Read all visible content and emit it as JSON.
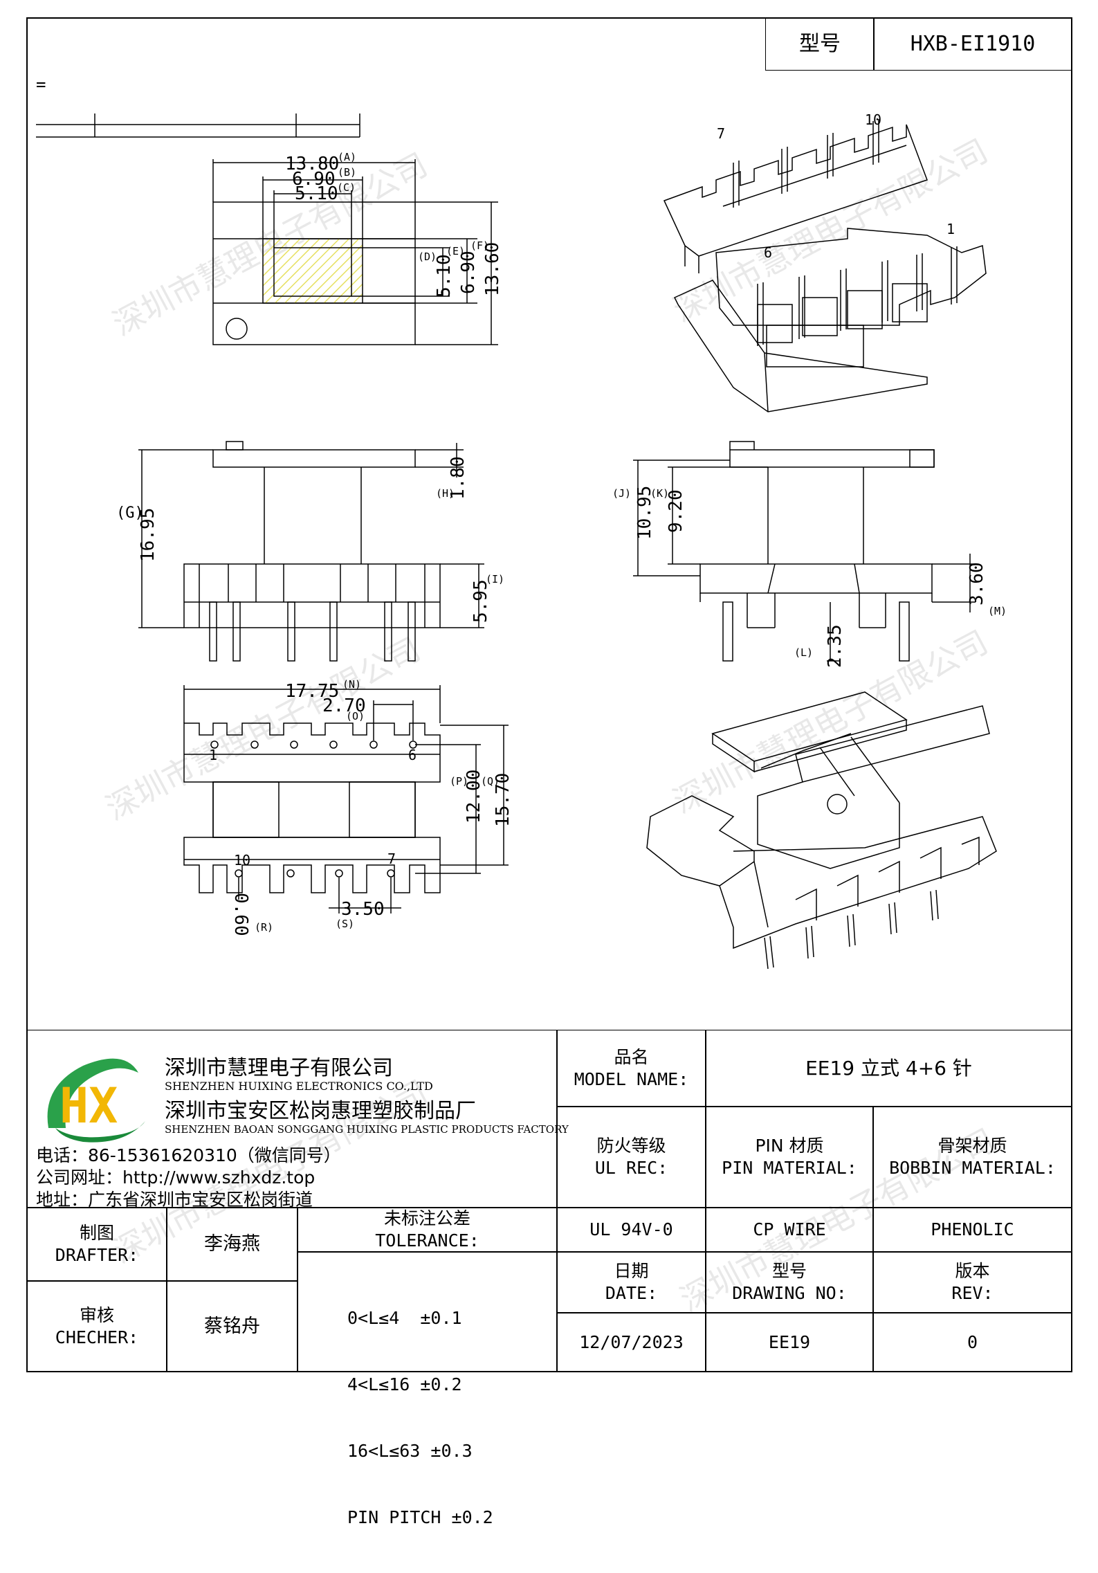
{
  "header": {
    "model_label": "型号",
    "model_value": "HXB-EI1910"
  },
  "stray_mark": "=",
  "watermark": "深圳市慧理电子有限公司",
  "drawing": {
    "top_view": {
      "a": "13.80",
      "a_tag": "(A)",
      "b": "6.90",
      "b_tag": "(B)",
      "c": "5.10",
      "c_tag": "(C)",
      "d": "5.10",
      "d_tag": "(D)",
      "e": "6.90",
      "e_tag": "(E)",
      "f": "13.60",
      "f_tag": "(F)"
    },
    "side_view": {
      "g": "16.95",
      "g_tag": "(G)",
      "h": "1.80",
      "h_tag": "(H)",
      "i": "5.95",
      "i_tag": "(I)"
    },
    "end_view": {
      "j": "10.95",
      "j_tag": "(J)",
      "k": "9.20",
      "k_tag": "(K)",
      "l": "2.35",
      "l_tag": "(L)",
      "m": "3.60",
      "m_tag": "(M)"
    },
    "bottom_view": {
      "n": "17.75",
      "n_tag": "(N)",
      "o": "2.70",
      "o_tag": "(O)",
      "p": "12.00",
      "p_tag": "(P)",
      "q": "15.70",
      "q_tag": "(Q)",
      "r": "0.60",
      "r_tag": "(R)",
      "s": "3.50",
      "s_tag": "(S)",
      "pin_1": "1",
      "pin_6": "6",
      "pin_10": "10",
      "pin_7": "7"
    },
    "iso_top": {
      "pin_7": "7",
      "pin_10": "10",
      "pin_1": "1",
      "pin_6": "6"
    }
  },
  "company": {
    "logo_text": "HX",
    "name_cn": "深圳市慧理电子有限公司",
    "name_en": "SHENZHEN HUIXING ELECTRONICS CO.,LTD",
    "factory_cn": "深圳市宝安区松岗惠理塑胶制品厂",
    "factory_en": "SHENZHEN BAOAN SONGGANG HUIXING PLASTIC PRODUCTS FACTORY",
    "phone": "电话：86-15361620310（微信同号）",
    "website": "公司网址：http://www.szhxdz.top",
    "address": "地址：广东省深圳市宝安区松岗街道"
  },
  "title_block": {
    "model_name_cn": "品名",
    "model_name_en": "MODEL NAME:",
    "model_name_value": "EE19 立式 4+6 针",
    "ul_cn": "防火等级",
    "ul_en": "UL REC:",
    "pin_material_cn": "PIN 材质",
    "pin_material_en": "PIN MATERIAL:",
    "bobbin_material_cn": "骨架材质",
    "bobbin_material_en": "BOBBIN MATERIAL:",
    "ul_value": "UL 94V-0",
    "pin_material_value": "CP WIRE",
    "bobbin_material_value": "PHENOLIC",
    "drafter_cn": "制图",
    "drafter_en": "DRAFTER:",
    "drafter_value": "李海燕",
    "checker_cn": "审核",
    "checker_en": "CHECHER:",
    "checker_value": "蔡铭舟",
    "tolerance_cn": "未标注公差",
    "tolerance_en": "TOLERANCE:",
    "tolerances": [
      "0<L≤4  ±0.1",
      "4<L≤16 ±0.2",
      "16<L≤63 ±0.3",
      "PIN PITCH ±0.2"
    ],
    "date_cn": "日期",
    "date_en": "DATE:",
    "date_value": "12/07/2023",
    "drawing_no_cn": "型号",
    "drawing_no_en": "DRAWING NO:",
    "drawing_no_value": "EE19",
    "rev_cn": "版本",
    "rev_en": "REV:",
    "rev_value": "0"
  }
}
